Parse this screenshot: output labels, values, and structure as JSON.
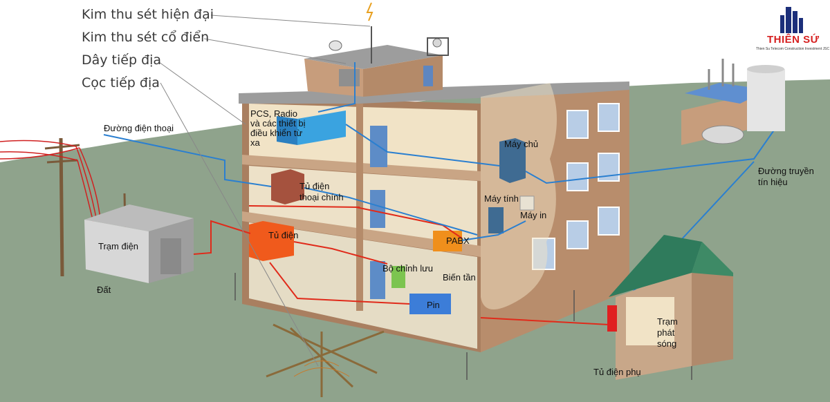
{
  "legend": {
    "modern_rod": "Kim thu sét hiện đại",
    "classic_rod": "Kim thu sét cổ điển",
    "ground_wire": "Dây tiếp địa",
    "ground_stake": "Cọc tiếp địa"
  },
  "logo": {
    "name": "THIÊN SỨ",
    "tagline": "Thien Su Telecom Construction Investment JSC"
  },
  "labels": {
    "pcs_radio": "PCS, Radio và các thiết bị điều khiển từ xa",
    "phone_line": "Đường điện thoại",
    "main_phone_cabinet_line1": "Tủ điện",
    "main_phone_cabinet_line2": "thoại chính",
    "electrical_cabinet": "Tủ điện",
    "substation": "Trạm điện",
    "ground": "Đất",
    "server": "Máy chủ",
    "computer": "Máy tính",
    "printer": "Máy in",
    "pabx": "PABX",
    "rectifier": "Bộ chỉnh lưu",
    "inverter": "Biến tần",
    "battery": "Pin",
    "signal_line_1": "Đường truyền",
    "signal_line_2": "tín hiệu",
    "transmitter_1": "Trạm",
    "transmitter_2": "phát",
    "transmitter_3": "sóng",
    "sub_cabinet": "Tủ điện phụ"
  },
  "colors": {
    "sky": "#ffffff",
    "grass": "#8fa38c",
    "wall": "#c79d7c",
    "wall_dark": "#a97f60",
    "floor": "#d8d2b8",
    "window": "#b8cde6",
    "power_red": "#e02a1a",
    "signal_blue": "#2a7fd0",
    "roof_green": "#3e8a66",
    "logo_red": "#d62020",
    "logo_blue": "#1c2f7a"
  }
}
